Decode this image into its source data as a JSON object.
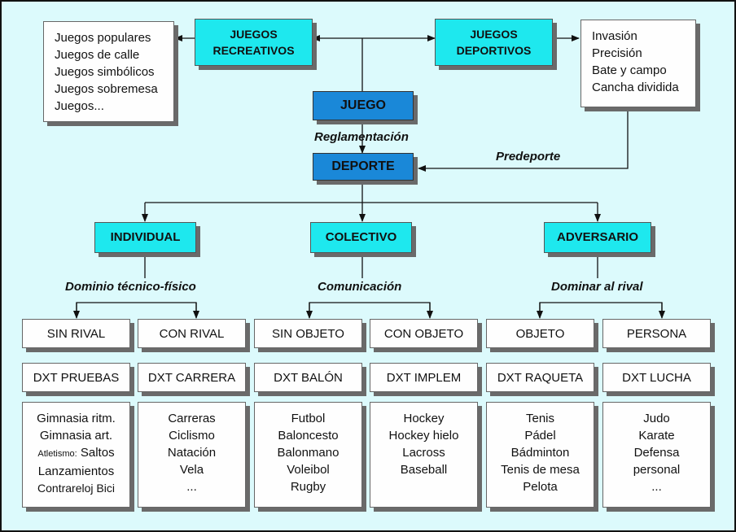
{
  "top": {
    "recreativos": "JUEGOS\nRECREATIVOS",
    "deportivos": "JUEGOS\nDEPORTIVOS",
    "juego": "JUEGO",
    "deporte": "DEPORTE",
    "recreativos_list": [
      "Juegos populares",
      "Juegos de calle",
      "Juegos simbólicos",
      "Juegos sobremesa",
      "Juegos..."
    ],
    "deportivos_list": [
      "Invasión",
      "Precisión",
      "Bate y campo",
      "Cancha dividida"
    ]
  },
  "labels": {
    "reglamentacion": "Reglamentación",
    "predeporte": "Predeporte"
  },
  "categories": [
    {
      "title": "INDIVIDUAL",
      "caption": "Dominio técnico-físico",
      "subs": [
        {
          "label": "SIN RIVAL",
          "dxt": "DXT PRUEBAS",
          "items": [
            "Gimnasia ritm.",
            "Gimnasia art.",
            "Saltos",
            "Lanzamientos",
            "Contrareloj Bici"
          ],
          "items_prefix": "Atletismo:"
        },
        {
          "label": "CON RIVAL",
          "dxt": "DXT CARRERA",
          "items": [
            "Carreras",
            "Ciclismo",
            "Natación",
            "Vela",
            "..."
          ]
        }
      ]
    },
    {
      "title": "COLECTIVO",
      "caption": "Comunicación",
      "subs": [
        {
          "label": "SIN OBJETO",
          "dxt": "DXT BALÓN",
          "items": [
            "Futbol",
            "Baloncesto",
            "Balonmano",
            "Voleibol",
            "Rugby"
          ]
        },
        {
          "label": "CON OBJETO",
          "dxt": "DXT IMPLEM",
          "items": [
            "Hockey",
            "Hockey hielo",
            "Lacross",
            "Baseball"
          ]
        }
      ]
    },
    {
      "title": "ADVERSARIO",
      "caption": "Dominar al rival",
      "subs": [
        {
          "label": "OBJETO",
          "dxt": "DXT RAQUETA",
          "items": [
            "Tenis",
            "Pádel",
            "Bádminton",
            "Tenis de mesa",
            "Pelota"
          ]
        },
        {
          "label": "PERSONA",
          "dxt": "DXT LUCHA",
          "items": [
            "Judo",
            "Karate",
            "Defensa",
            "personal",
            "..."
          ]
        }
      ]
    }
  ]
}
